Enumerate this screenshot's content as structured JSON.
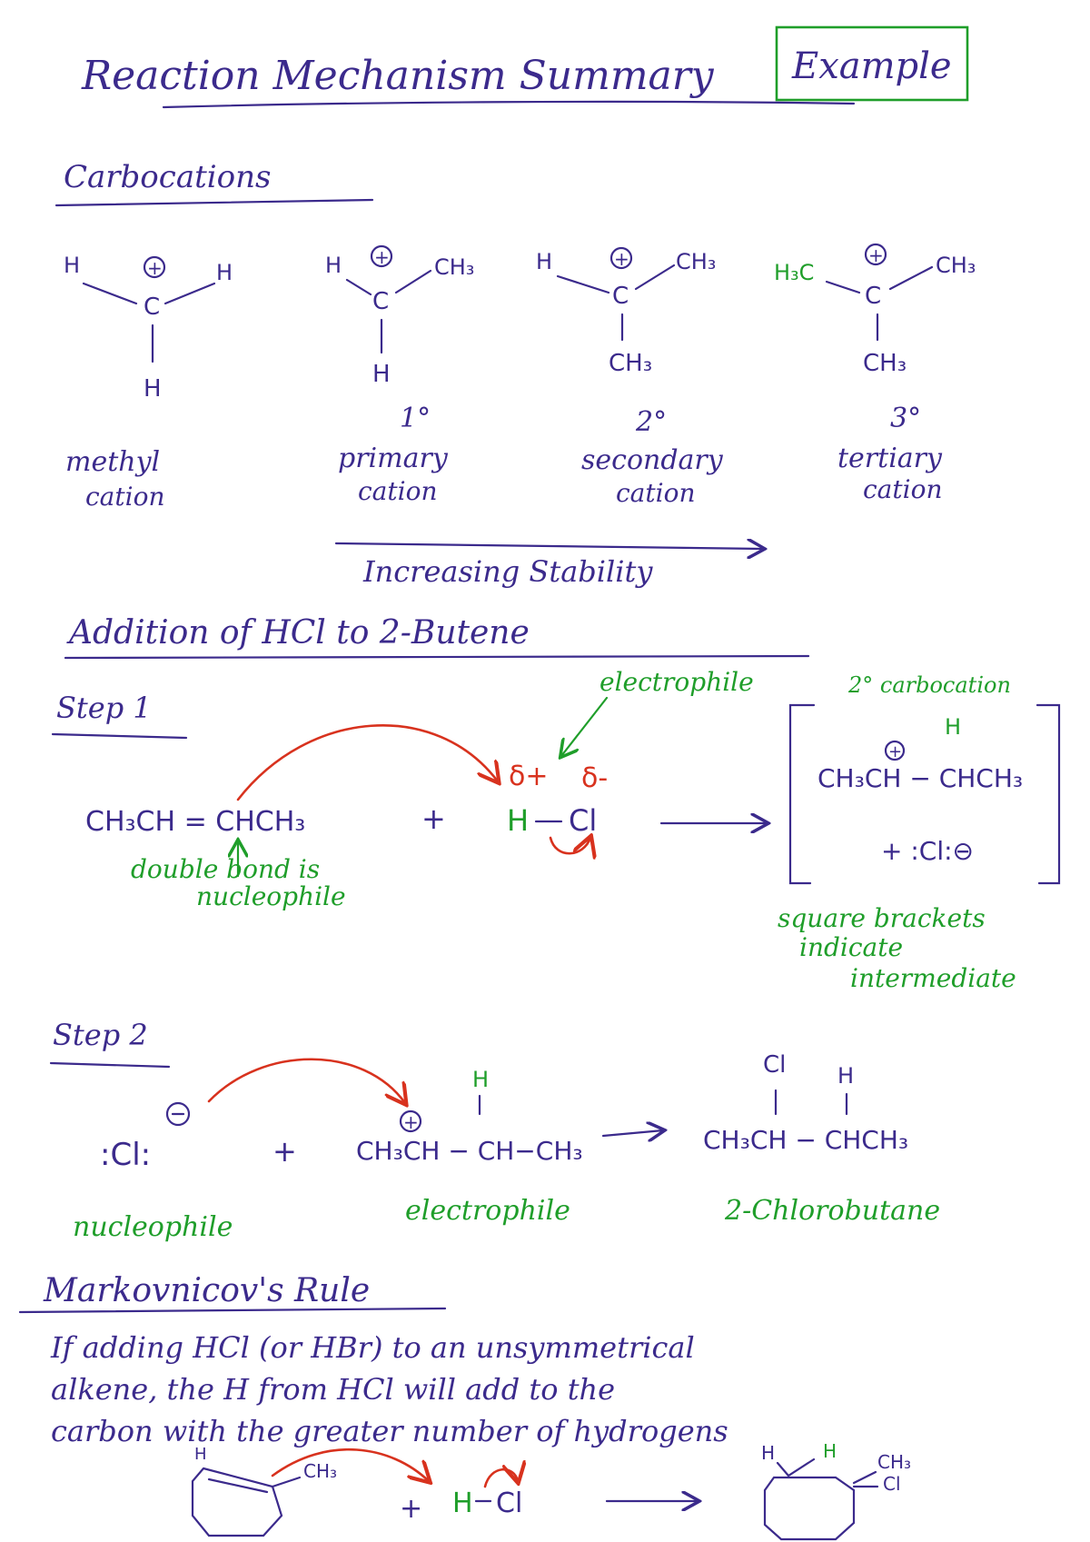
{
  "title": "Reaction Mechanism Summary",
  "badge": "Example",
  "carbocations": {
    "heading": "Carbocations",
    "methyl": {
      "name1": "methyl",
      "name2": "cation"
    },
    "primary": {
      "degree": "1°",
      "name1": "primary",
      "name2": "cation"
    },
    "secondary": {
      "degree": "2°",
      "name1": "secondary",
      "name2": "cation"
    },
    "tertiary": {
      "degree": "3°",
      "name1": "tertiary",
      "name2": "cation"
    },
    "stability_label": "Increasing Stability"
  },
  "addition": {
    "heading": "Addition of HCl to 2-Butene",
    "step1": {
      "label": "Step 1",
      "reactant": "CH₃CH = CHCH₃",
      "plus": "+",
      "acid_h": "H",
      "acid_cl": "Cl",
      "delta_plus": "δ+",
      "delta_minus": "δ-",
      "electrophile_note": "electrophile",
      "nucleophile_note1": "double bond is",
      "nucleophile_note2": "nucleophile",
      "carbocation_label": "2° carbocation",
      "intermediate_h": "H",
      "intermediate": "CH₃CH − CHCH₃",
      "chloride": "+ :Cl:⊖",
      "bracket_note1": "square brackets",
      "bracket_note2": "indicate",
      "bracket_note3": "intermediate"
    },
    "step2": {
      "label": "Step 2",
      "chloride": ":Cl:",
      "plus": "+",
      "cation_h": "H",
      "cation": "CH₃CH − CH−CH₃",
      "product_cl": "Cl",
      "product_h": "H",
      "product": "CH₃CH − CHCH₃",
      "nucleophile": "nucleophile",
      "electrophile": "electrophile",
      "product_name": "2-Chlorobutane"
    }
  },
  "markovnikov": {
    "heading": "Markovnicov's Rule",
    "line1": "If adding HCl (or HBr) to an unsymmetrical",
    "line2": "alkene, the H from HCl will add to the",
    "line3": "carbon with the greater number of hydrogens",
    "ring_h": "H",
    "ring_ch3": "CH₃",
    "reagent_h": "H",
    "reagent_cl": "Cl",
    "plus": "+",
    "prod_h1": "H",
    "prod_h2": "H",
    "prod_ch3": "CH₃",
    "prod_cl": "Cl"
  },
  "colors": {
    "ink": "#3b2a8c",
    "green": "#1f9e2a",
    "red": "#d8321e"
  }
}
